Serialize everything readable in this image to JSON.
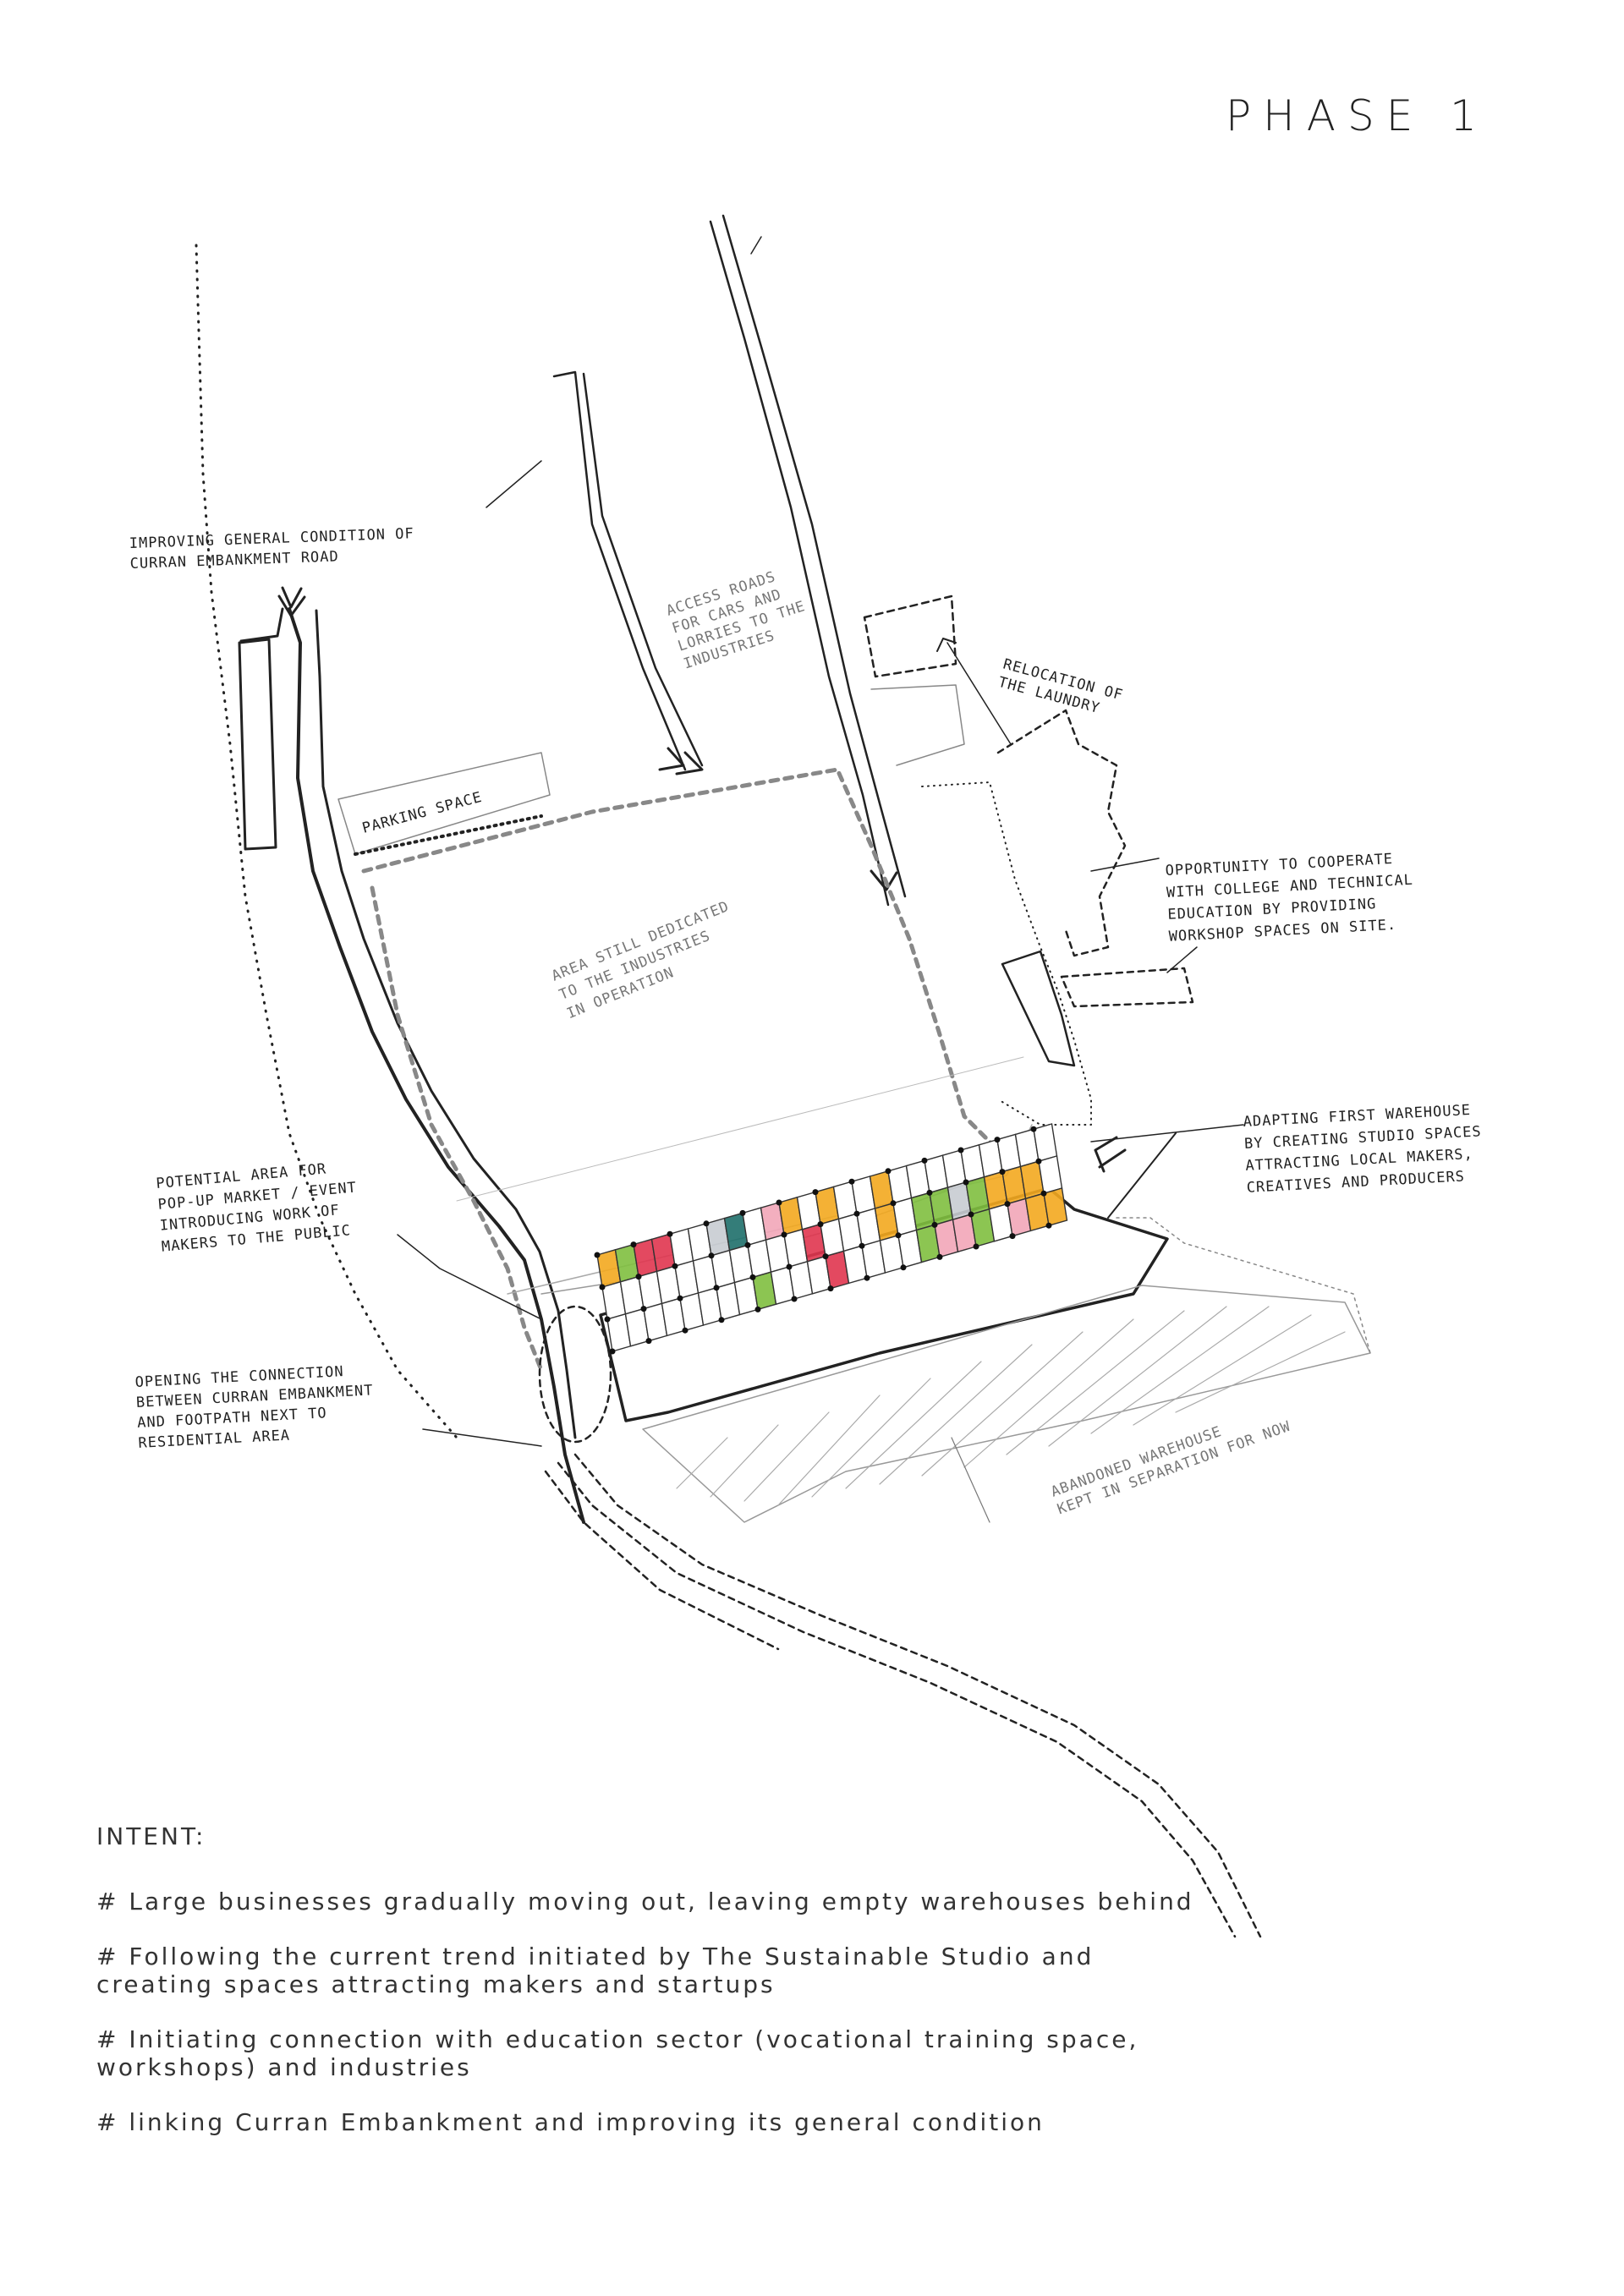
{
  "title": "PHASE 1",
  "annotations": {
    "road": [
      "IMPROVING GENERAL CONDITION OF",
      "CURRAN EMBANKMENT ROAD"
    ],
    "access": [
      "ACCESS ROADS",
      "FOR CARS AND",
      "LORRIES TO THE",
      "INDUSTRIES"
    ],
    "laundry": [
      "RELOCATION OF",
      "THE LAUNDRY"
    ],
    "parking": "PARKING SPACE",
    "industries": [
      "AREA STILL DEDICATED",
      "TO THE INDUSTRIES",
      "IN OPERATION"
    ],
    "college": [
      "OPPORTUNITY TO COOPERATE",
      "WITH COLLEGE AND TECHNICAL",
      "EDUCATION BY PROVIDING",
      "WORKSHOP SPACES ON SITE."
    ],
    "warehouse": [
      "ADAPTING FIRST WAREHOUSE",
      "BY CREATING STUDIO SPACES",
      "ATTRACTING LOCAL MAKERS,",
      "CREATIVES AND PRODUCERS"
    ],
    "market": [
      "POTENTIAL AREA FOR",
      "POP-UP MARKET / EVENT",
      "INTRODUCING WORK OF",
      "MAKERS TO THE PUBLIC"
    ],
    "connection": [
      "OPENING THE CONNECTION",
      "BETWEEN CURRAN EMBANKMENT",
      "AND FOOTPATH NEXT TO",
      "RESIDENTIAL AREA"
    ],
    "abandoned": [
      "ABANDONED WAREHOUSE",
      "KEPT IN SEPARATION FOR NOW"
    ]
  },
  "intent": {
    "heading": "INTENT:",
    "items": [
      "# Large businesses gradually moving out, leaving empty warehouses behind",
      "# Following the current trend initiated by The Sustainable Studio and creating spaces attracting makers and startups",
      "# Initiating connection with education sector (vocational training space, workshops) and industries",
      "# linking Curran Embankment and improving its general condition"
    ]
  },
  "studio_colors": {
    "green": "#7fbf3f",
    "pink": "#f2a6b8",
    "red": "#e0354f",
    "orange": "#f3a81f",
    "teal": "#1e6f6a",
    "grey": "#c8ccd2"
  }
}
